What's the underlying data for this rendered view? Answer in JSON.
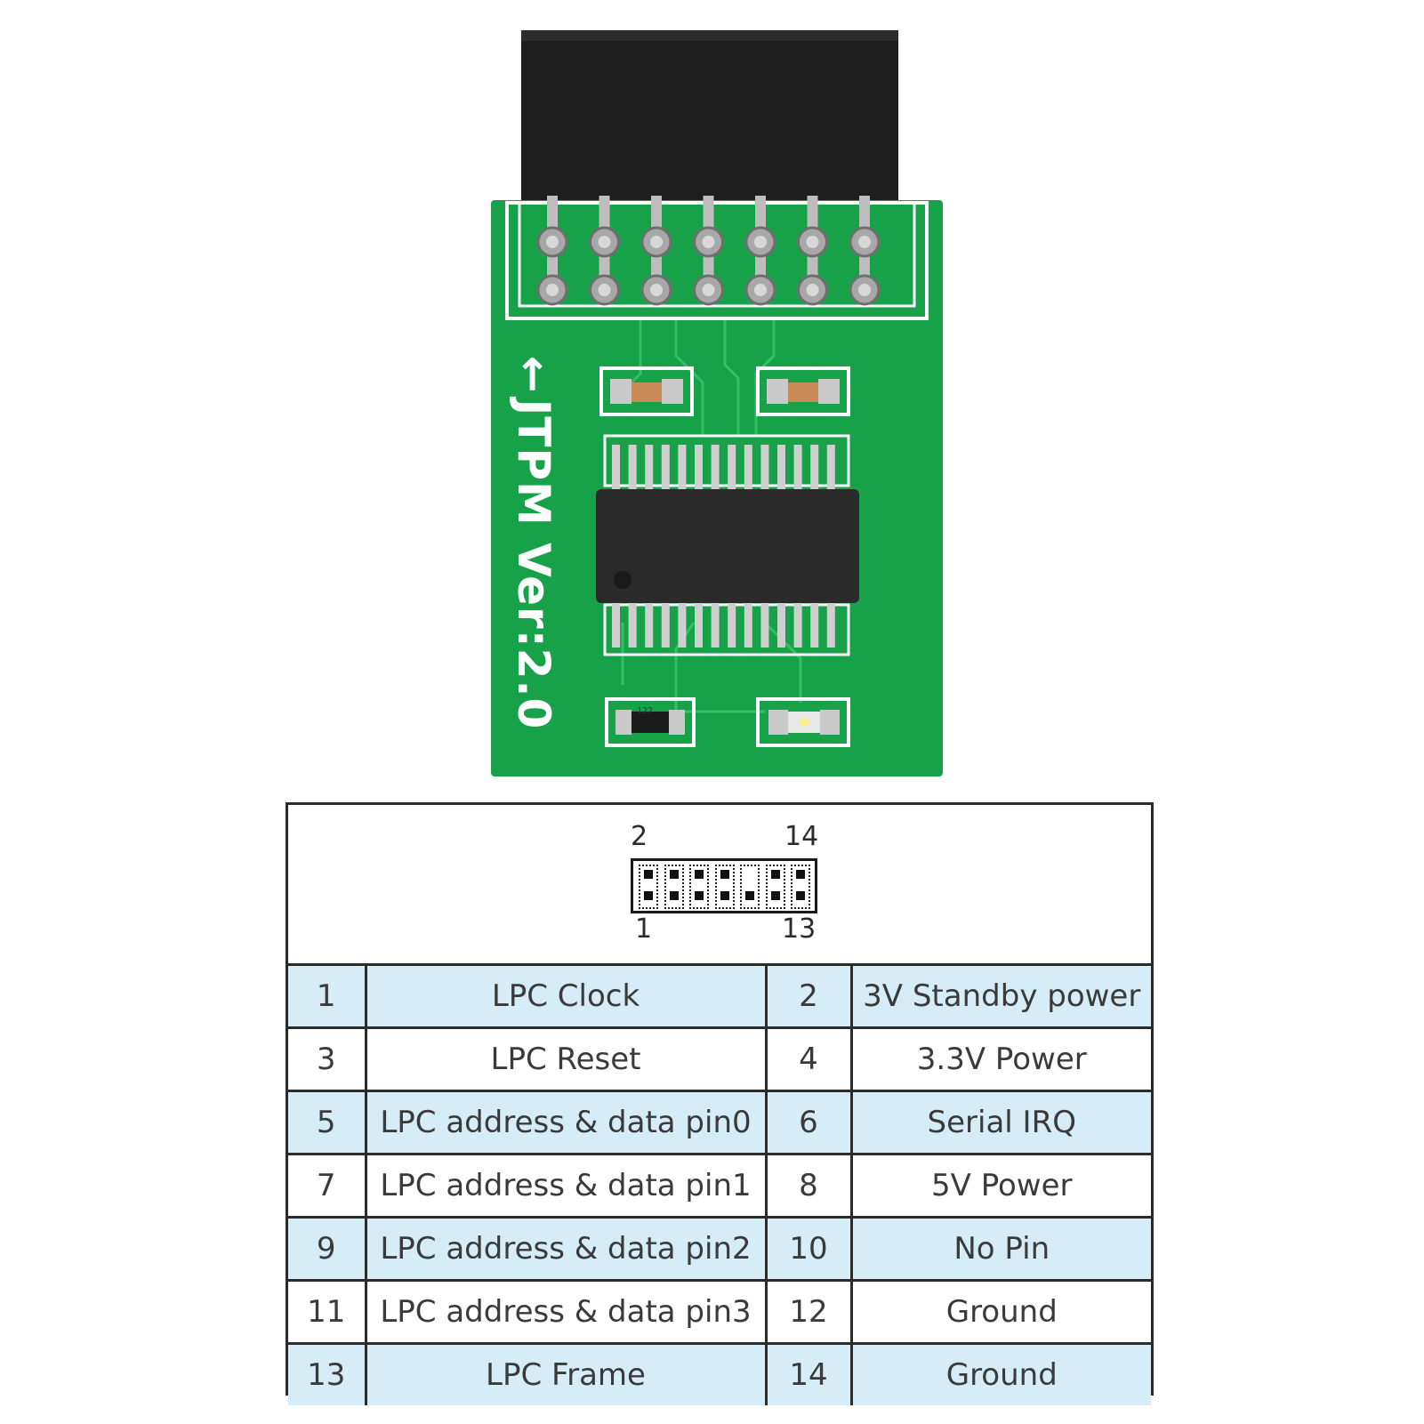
{
  "board": {
    "silk_label": "JTPM Ver:2.0",
    "silk_arrow": "←",
    "resistor_code": "122",
    "pcb_color": "#17a24a",
    "silk_color": "#ffffff",
    "header_color": "#1e1e1e"
  },
  "pinout": {
    "header_numbers": {
      "top_left": "2",
      "top_right": "14",
      "bottom_left": "1",
      "bottom_right": "13"
    },
    "row_colors": {
      "odd": "#d6ecf6",
      "even": "#ffffff"
    },
    "rows": [
      {
        "pin_a": "1",
        "signal_a": "LPC Clock",
        "pin_b": "2",
        "signal_b": "3V Standby power"
      },
      {
        "pin_a": "3",
        "signal_a": "LPC Reset",
        "pin_b": "4",
        "signal_b": "3.3V Power"
      },
      {
        "pin_a": "5",
        "signal_a": "LPC address & data pin0",
        "pin_b": "6",
        "signal_b": "Serial IRQ"
      },
      {
        "pin_a": "7",
        "signal_a": "LPC address & data pin1",
        "pin_b": "8",
        "signal_b": "5V Power"
      },
      {
        "pin_a": "9",
        "signal_a": "LPC address & data pin2",
        "pin_b": "10",
        "signal_b": "No Pin"
      },
      {
        "pin_a": "11",
        "signal_a": "LPC address & data pin3",
        "pin_b": "12",
        "signal_b": "Ground"
      },
      {
        "pin_a": "13",
        "signal_a": "LPC Frame",
        "pin_b": "14",
        "signal_b": "Ground"
      }
    ]
  }
}
